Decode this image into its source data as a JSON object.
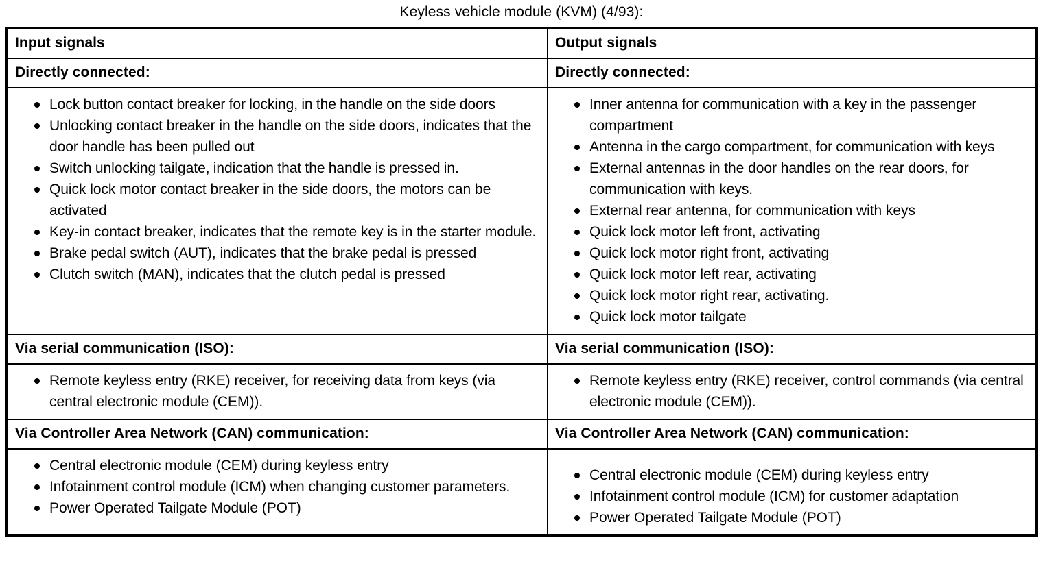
{
  "document": {
    "title": "Keyless vehicle module (KVM) (4/93):"
  },
  "table": {
    "columns": [
      {
        "id": "input",
        "header": "Input signals"
      },
      {
        "id": "output",
        "header": "Output signals"
      }
    ],
    "sections": [
      {
        "id": "directly-connected",
        "left": {
          "heading": "Directly connected:",
          "items": [
            "Lock button contact breaker for locking, in the handle on the side doors",
            "Unlocking contact breaker in the handle on the side doors, indicates that the door handle has been pulled out",
            "Switch unlocking tailgate, indication that the handle is pressed in.",
            "Quick lock motor contact breaker in the side doors, the motors can be activated",
            "Key-in contact breaker, indicates that the remote key is in the starter module.",
            "Brake pedal switch (AUT), indicates that the brake pedal is pressed",
            "Clutch switch (MAN), indicates that the clutch pedal is pressed"
          ]
        },
        "right": {
          "heading": "Directly connected:",
          "items": [
            "Inner antenna for communication with a key in the passenger compartment",
            "Antenna in the cargo compartment, for communication with keys",
            "External antennas in the door handles on the rear doors, for communication with keys.",
            "External rear antenna, for communication with keys",
            "Quick lock motor left front, activating",
            "Quick lock motor right front, activating",
            "Quick lock motor left rear, activating",
            "Quick lock motor right rear, activating.",
            "Quick lock motor tailgate"
          ]
        }
      },
      {
        "id": "serial-iso",
        "left": {
          "heading": "Via serial communication (ISO):",
          "items": [
            "Remote keyless entry (RKE) receiver, for receiving data from keys (via central electronic module (CEM))."
          ]
        },
        "right": {
          "heading": "Via serial communication (ISO):",
          "items": [
            "Remote keyless entry (RKE) receiver, control commands (via central electronic module (CEM))."
          ]
        }
      },
      {
        "id": "can",
        "left": {
          "heading": "Via Controller Area Network (CAN) communication:",
          "items": [
            "Central electronic module (CEM) during keyless entry",
            "Infotainment control module (ICM) when changing customer parameters.",
            "Power Operated Tailgate Module (POT)"
          ]
        },
        "right": {
          "heading": "Via Controller Area Network (CAN) communication:",
          "items": [
            "Central electronic module (CEM) during keyless entry",
            "Infotainment control module (ICM) for customer adaptation",
            "Power Operated Tailgate Module (POT)"
          ]
        }
      }
    ]
  }
}
